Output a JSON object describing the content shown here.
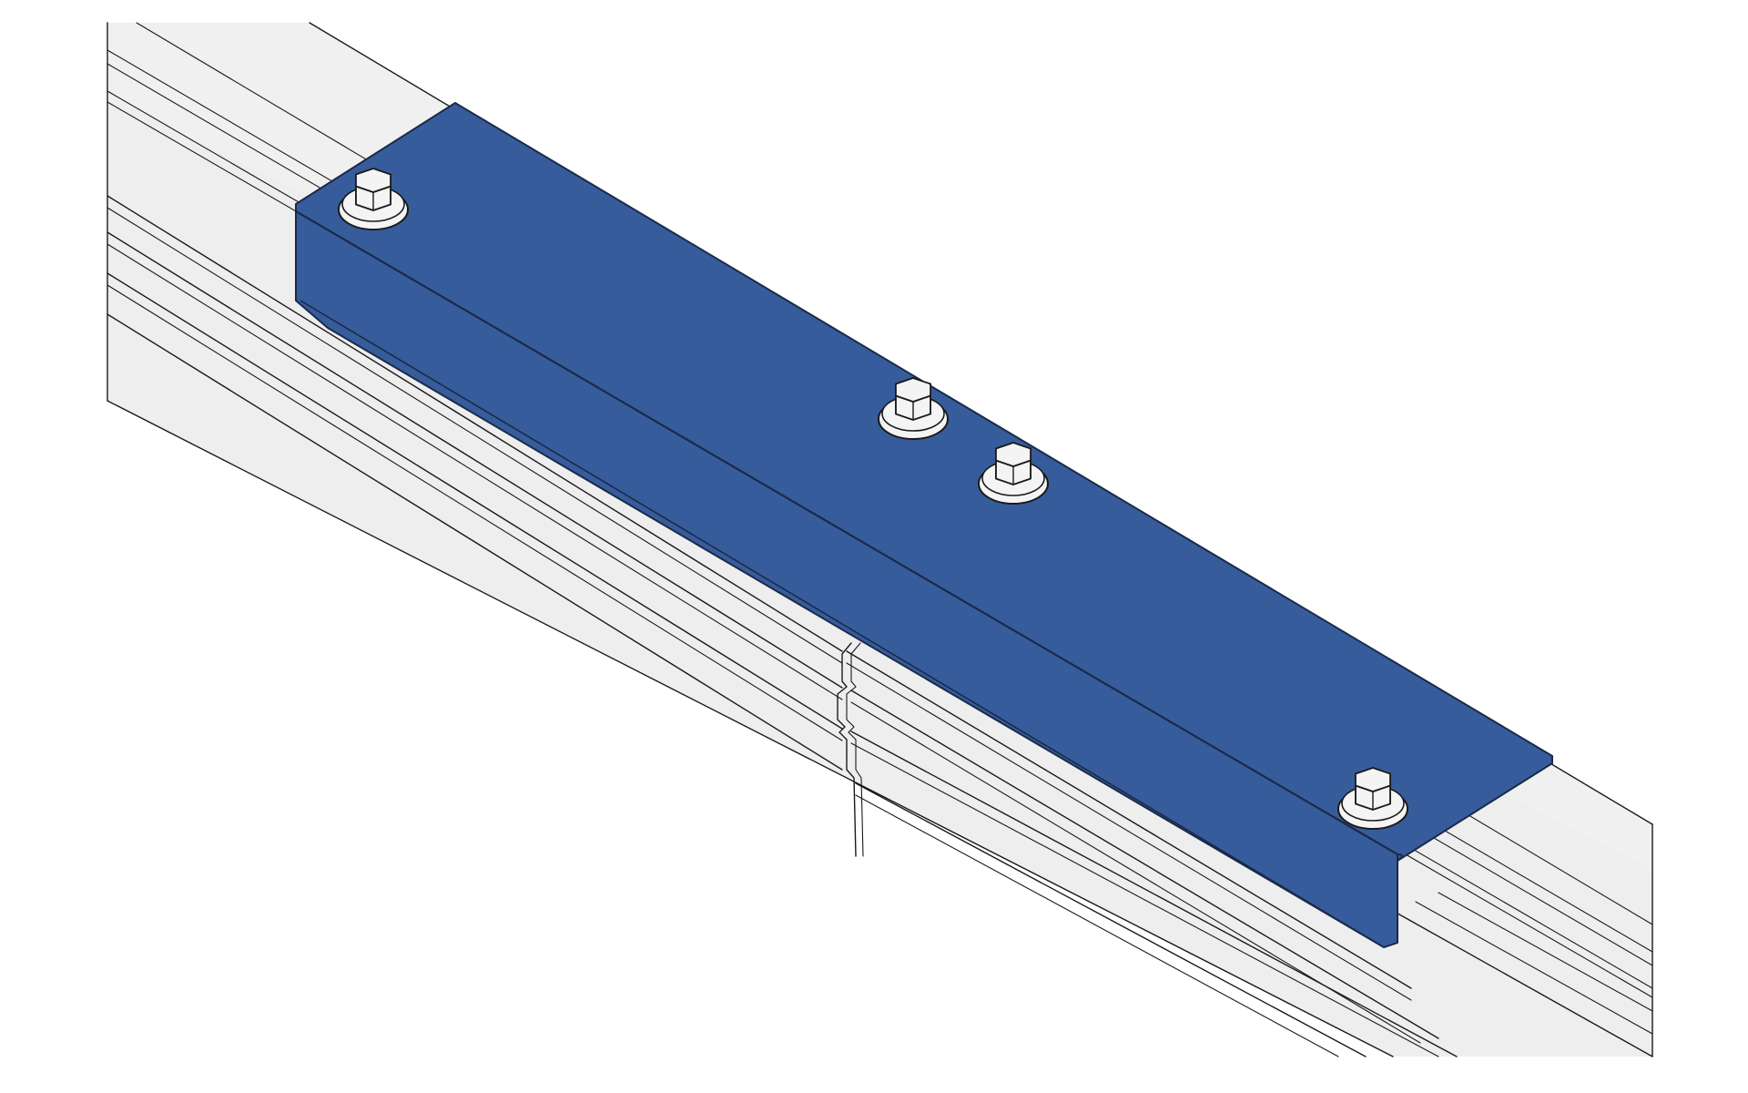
{
  "diagram": {
    "colors": {
      "background": "#ffffff",
      "profile_face": "#eeeeee",
      "profile_edge": "#1a1a1a",
      "bracket_face": "#375c9b",
      "bracket_edge": "#1a2a4a",
      "bolt_face": "#f4f4f4"
    },
    "parts": {
      "rail_left": "aluminum-profile-segment",
      "rail_right": "aluminum-profile-segment",
      "joint": "butt-joint",
      "bracket": "angle-splice-plate",
      "fasteners": [
        "hex-flange-bolt",
        "hex-flange-bolt",
        "hex-flange-bolt",
        "hex-flange-bolt"
      ]
    }
  }
}
